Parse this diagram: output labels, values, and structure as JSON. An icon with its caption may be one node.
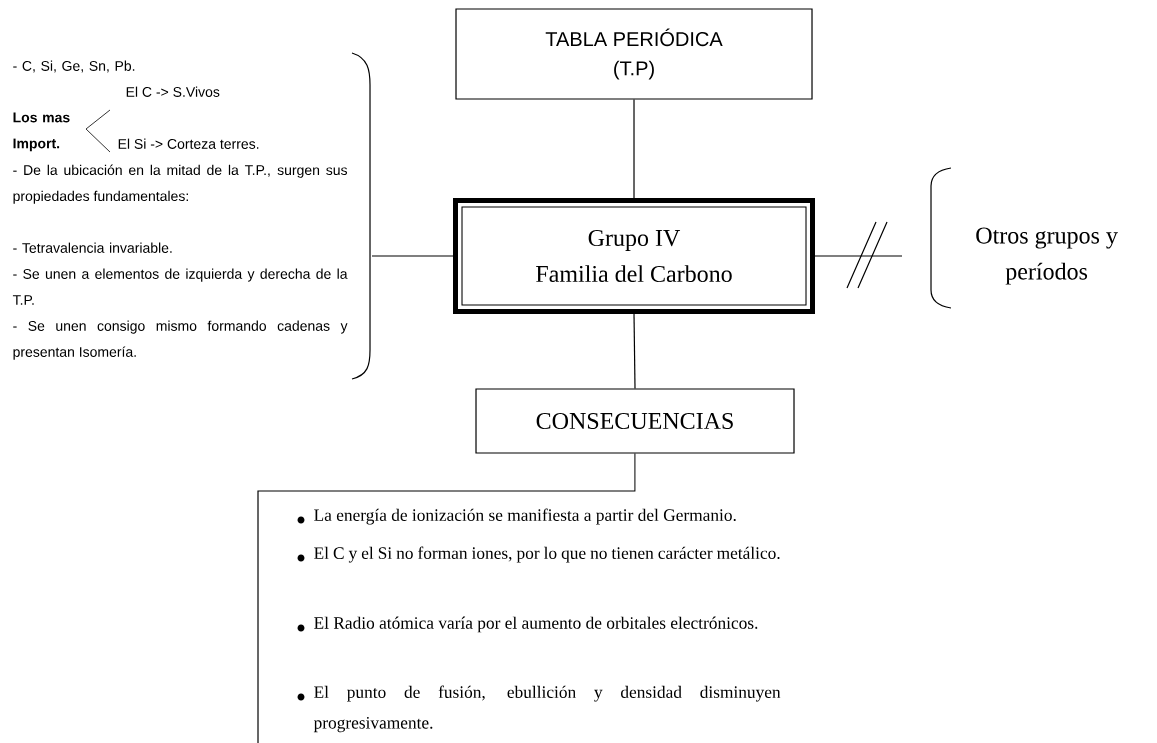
{
  "diagram": {
    "nodes": [
      {
        "text": [
          "TABLA PERIÓDICA",
          "(T.P)"
        ]
      },
      {
        "text": [
          "Grupo IV",
          "Familia del Carbono"
        ]
      },
      {
        "text": [
          "- C, Si, Ge, Sn, Pb.",
          "El C -> S.Vivos",
          "Los mas Import.",
          "El Si -> Corteza terres.",
          "- De la ubicación en la mitad de la T.P., surgen sus propiedades fundamentales:",
          "-  Tetravalencia invariable.",
          "- Se unen a elementos de izquierda y derecha de la T.P.",
          "- Se unen consigo mismo formando cadenas y presentan Isomería."
        ]
      },
      {
        "text": [
          "Otros grupos y períodos"
        ]
      },
      {
        "text": [
          "CONSECUENCIAS"
        ]
      },
      {
        "text": [
          "La energía de ionización se manifiesta a partir del Germanio.",
          "El C y el Si no forman iones, por lo que no tienen carácter metálico.",
          "El Radio atómica varía por el aumento de orbitales electrónicos.",
          "El punto de fusión, ebullición y densidad disminuyen progresivamente."
        ]
      }
    ],
    "edges": [
      {
        "from": 0,
        "to": 1,
        "arrow": "none"
      },
      {
        "from": 2,
        "to": 1,
        "arrow": "none"
      },
      {
        "from": 1,
        "to": 3,
        "arrow": "none"
      },
      {
        "from": 1,
        "to": 4,
        "arrow": "none"
      },
      {
        "from": 4,
        "to": 5,
        "arrow": "none"
      }
    ]
  }
}
